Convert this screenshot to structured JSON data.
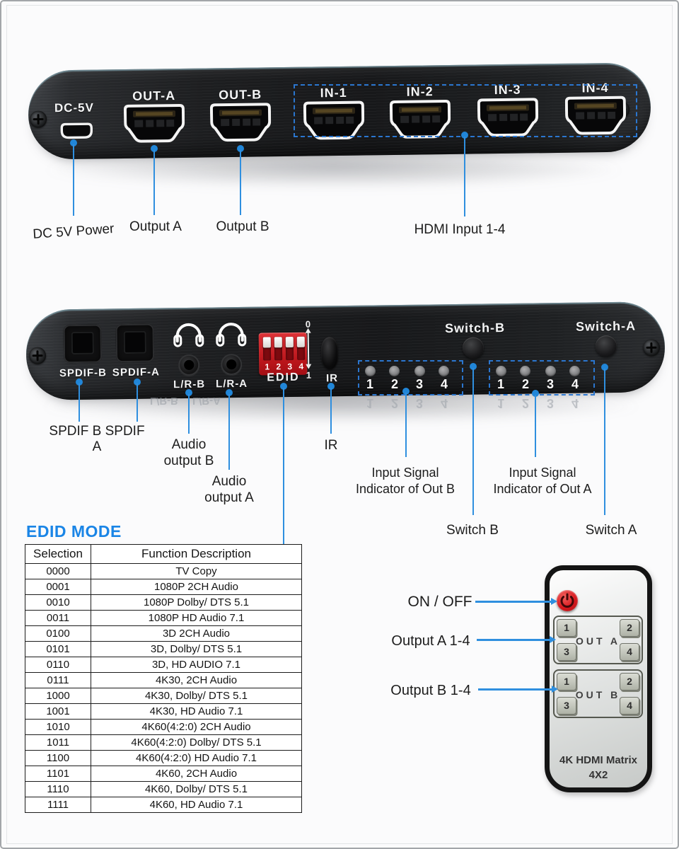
{
  "rear_panel": {
    "dc_label": "DC-5V",
    "out_a_label": "OUT-A",
    "out_b_label": "OUT-B",
    "input_labels": [
      "IN-1",
      "IN-2",
      "IN-3",
      "IN-4"
    ],
    "annotations": {
      "dc": "DC 5V Power",
      "out_a": "Output A",
      "out_b": "Output B",
      "inputs": "HDMI Input 1-4"
    }
  },
  "front_panel": {
    "spdif_b": "SPDIF-B",
    "spdif_a": "SPDIF-A",
    "lr_b": "L/R-B",
    "lr_a": "L/R-A",
    "edid": "EDID",
    "dip_numbers": [
      "1",
      "2",
      "3",
      "4"
    ],
    "dip_zero": "0",
    "dip_one": "1",
    "ir": "IR",
    "switch_b": "Switch-B",
    "switch_a": "Switch-A",
    "indicator_numbers": [
      "1",
      "2",
      "3",
      "4"
    ],
    "annotations": {
      "spdif": "SPDIF B SPDIF A",
      "audio_b_line1": "Audio",
      "audio_b_line2": "output B",
      "audio_a_line1": "Audio",
      "audio_a_line2": "output A",
      "ir": "IR",
      "ind_b_line1": "Input Signal",
      "ind_b_line2": "Indicator of Out B",
      "ind_a_line1": "Input Signal",
      "ind_a_line2": "Indicator of Out A",
      "switch_b": "Switch B",
      "switch_a": "Switch A"
    }
  },
  "edid_table": {
    "title": "EDID MODE",
    "headers": [
      "Selection",
      "Function Description"
    ],
    "rows": [
      [
        "0000",
        "TV Copy"
      ],
      [
        "0001",
        "1080P 2CH Audio"
      ],
      [
        "0010",
        "1080P Dolby/ DTS 5.1"
      ],
      [
        "0011",
        "1080P HD Audio 7.1"
      ],
      [
        "0100",
        "3D 2CH Audio"
      ],
      [
        "0101",
        "3D, Dolby/ DTS 5.1"
      ],
      [
        "0110",
        "3D, HD AUDIO 7.1"
      ],
      [
        "0111",
        "4K30, 2CH Audio"
      ],
      [
        "1000",
        "4K30, Dolby/ DTS 5.1"
      ],
      [
        "1001",
        "4K30, HD Audio 7.1"
      ],
      [
        "1010",
        "4K60(4:2:0) 2CH Audio"
      ],
      [
        "1011",
        "4K60(4:2:0) Dolby/ DTS 5.1"
      ],
      [
        "1100",
        "4K60(4:2:0) HD Audio 7.1"
      ],
      [
        "1101",
        "4K60, 2CH Audio"
      ],
      [
        "1110",
        "4K60, Dolby/ DTS 5.1"
      ],
      [
        "1111",
        "4K60, HD Audio 7.1"
      ]
    ]
  },
  "remote": {
    "annotations": {
      "power": "ON / OFF",
      "out_a": "Output A 1-4",
      "out_b": "Output B 1-4"
    },
    "out_a_label": "OUT A",
    "out_b_label": "OUT B",
    "button_numbers": [
      "1",
      "2",
      "3",
      "4"
    ],
    "footer_line1": "4K HDMI Matrix",
    "footer_line2": "4X2"
  },
  "colors": {
    "leader_blue": "#2f8fdf",
    "dashed_blue": "#2b76cf",
    "edid_title_blue": "#1a85e6",
    "dip_red": "#c2151b",
    "power_red": "#d8181d"
  }
}
